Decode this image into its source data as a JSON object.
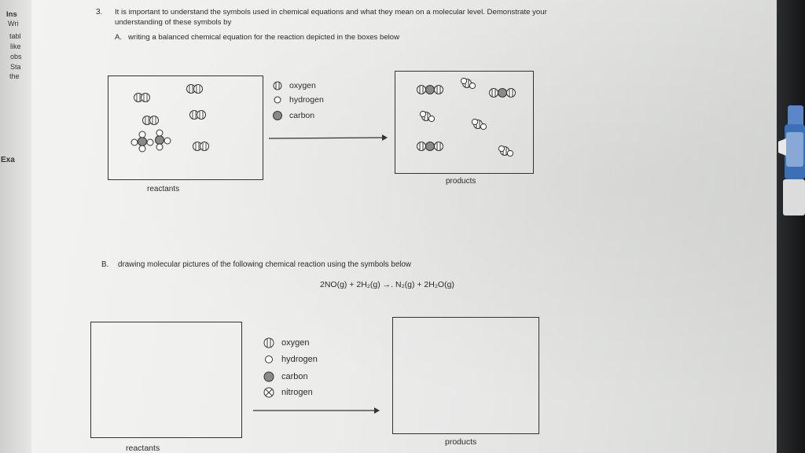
{
  "left_margin_fragments": [
    "Ins",
    "Wri",
    "tabl",
    "like",
    "obs",
    "Sta",
    "the",
    "Exa"
  ],
  "question": {
    "number": "3.",
    "line1": "It is important to understand the symbols used in chemical equations and what they mean on a molecular level. Demonstrate your",
    "line2": "understanding of these symbols by"
  },
  "part_a": {
    "label": "A.",
    "text": "writing a balanced chemical equation for the reaction depicted in the boxes below",
    "reactants_label": "reactants",
    "products_label": "products",
    "legend": [
      {
        "icon": "oxygen-atom-icon",
        "label": "oxygen"
      },
      {
        "icon": "hydrogen-atom-icon",
        "label": "hydrogen"
      },
      {
        "icon": "carbon-atom-icon",
        "label": "carbon"
      }
    ]
  },
  "part_b": {
    "label": "B.",
    "text": "drawing molecular pictures of the following chemical reaction using the symbols below",
    "equation": "2NO(g) + 2H₂(g) →. N₂(g) + 2H₂O(g)",
    "reactants_label": "reactants",
    "products_label": "products",
    "legend": [
      {
        "icon": "oxygen-atom-icon",
        "label": "oxygen"
      },
      {
        "icon": "hydrogen-atom-icon",
        "label": "hydrogen"
      },
      {
        "icon": "carbon-atom-icon",
        "label": "carbon"
      },
      {
        "icon": "nitrogen-atom-icon",
        "label": "nitrogen"
      }
    ]
  },
  "colors": {
    "ink": "#2b2b2b",
    "carbon_fill": "#8a8a8a",
    "paper": "#efefed",
    "marker_blue": "#3b6fb6"
  }
}
